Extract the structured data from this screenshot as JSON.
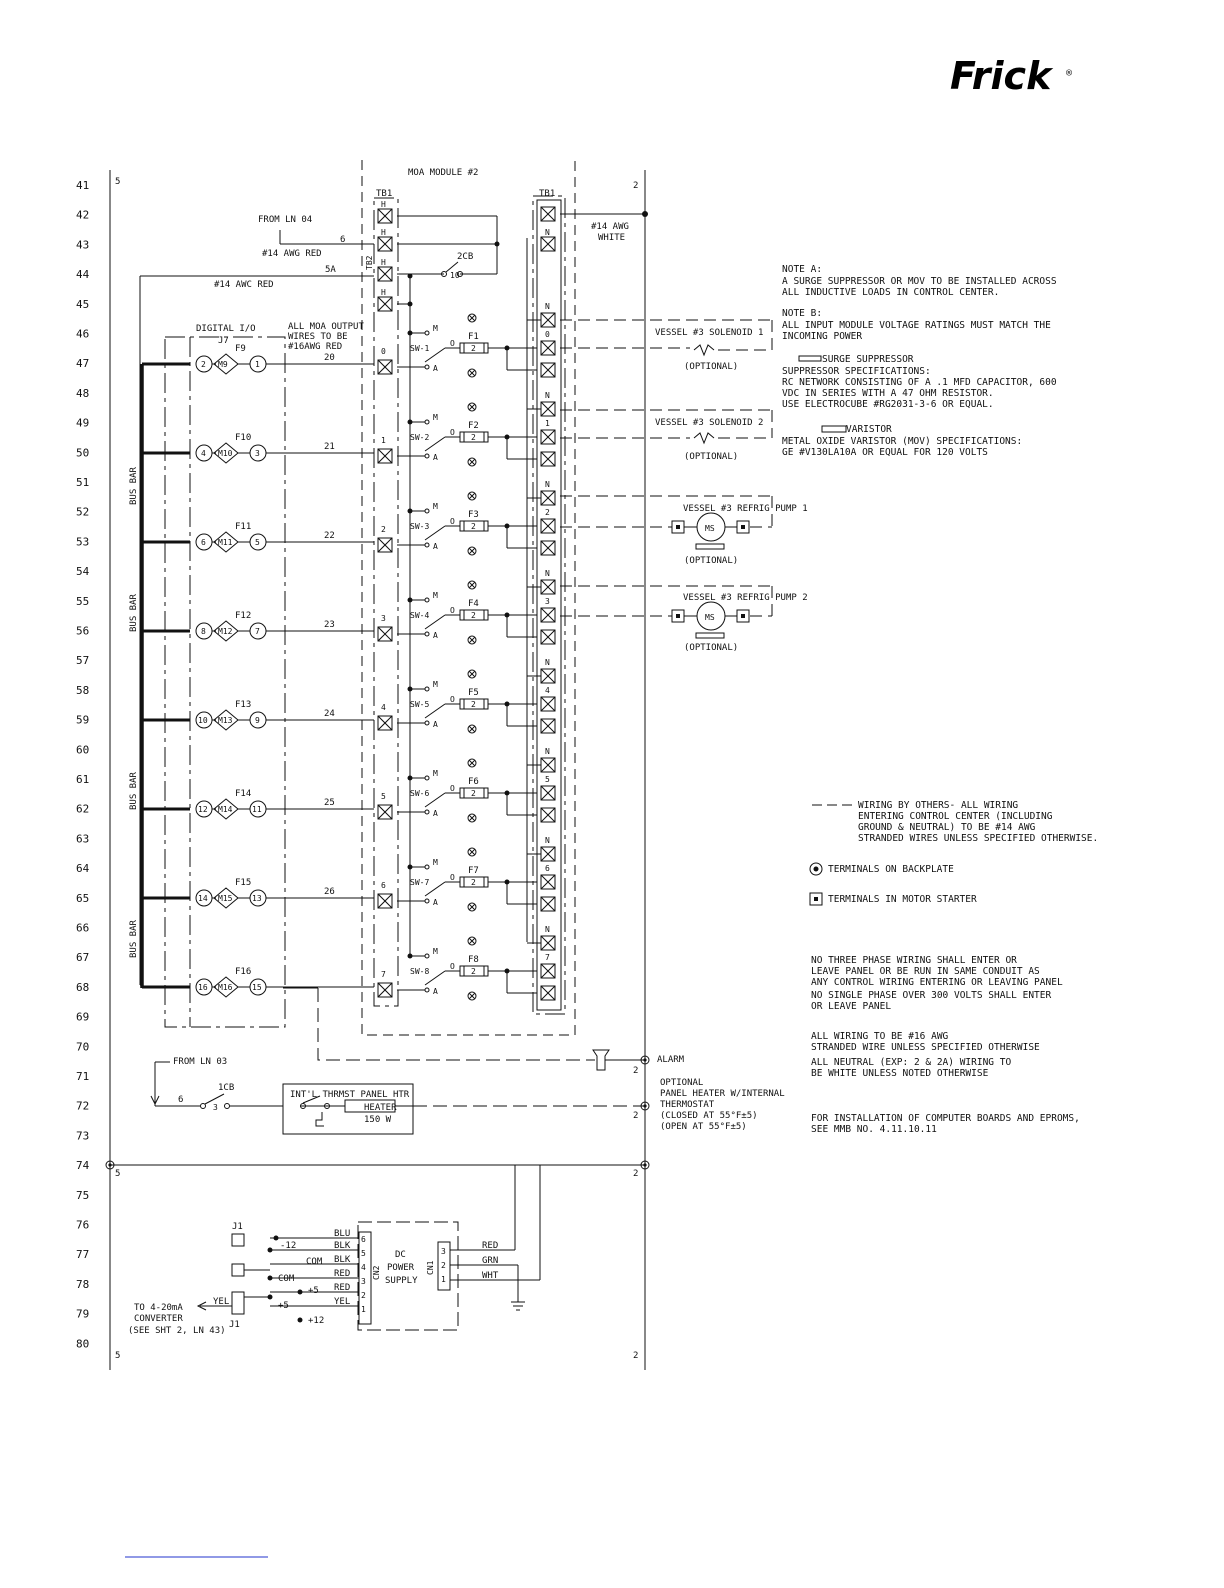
{
  "brand": {
    "logo": "Frick",
    "registered": "®"
  },
  "line_numbers": [
    "41",
    "42",
    "43",
    "44",
    "45",
    "46",
    "47",
    "48",
    "49",
    "50",
    "51",
    "52",
    "53",
    "54",
    "55",
    "56",
    "57",
    "58",
    "59",
    "60",
    "61",
    "62",
    "63",
    "64",
    "65",
    "66",
    "67",
    "68",
    "69",
    "70",
    "71",
    "72",
    "73",
    "74",
    "75",
    "76",
    "77",
    "78",
    "79",
    "80"
  ],
  "rails": {
    "left": "5",
    "right": "2"
  },
  "module": {
    "title": "MOA MODULE #2",
    "tb1": "TB1",
    "tb2": "TB2",
    "h": "H",
    "n": "N"
  },
  "supply": {
    "from_ln04": "FROM LN 04",
    "awc_red_1": "#14 AWG RED",
    "awc_red_2": "#14 AWC RED",
    "awc_white_1": "#14 AWG",
    "awc_white_2": "WHITE",
    "wire6": "6",
    "wire5a": "5A",
    "cb": "2CB",
    "cb_pos": "10"
  },
  "digital_io": {
    "title": "DIGITAL I/O",
    "jack": "J7",
    "note": [
      "ALL MOA OUTPUT",
      "WIRES TO BE",
      "#16AWG RED"
    ]
  },
  "bus_bar": "BUS BAR",
  "channels": [
    {
      "left": "2",
      "module": "M9",
      "fuse_label": "F9",
      "right": "1",
      "wire": "20",
      "slot": "0",
      "switch": "SW-1",
      "f": "F1",
      "tb": "0",
      "n": "N"
    },
    {
      "left": "4",
      "module": "M10",
      "fuse_label": "F10",
      "right": "3",
      "wire": "21",
      "slot": "1",
      "switch": "SW-2",
      "f": "F2",
      "tb": "1",
      "n": "N"
    },
    {
      "left": "6",
      "module": "M11",
      "fuse_label": "F11",
      "right": "5",
      "wire": "22",
      "slot": "2",
      "switch": "SW-3",
      "f": "F3",
      "tb": "2",
      "n": "N"
    },
    {
      "left": "8",
      "module": "M12",
      "fuse_label": "F12",
      "right": "7",
      "wire": "23",
      "slot": "3",
      "switch": "SW-4",
      "f": "F4",
      "tb": "3",
      "n": "N"
    },
    {
      "left": "10",
      "module": "M13",
      "fuse_label": "F13",
      "right": "9",
      "wire": "24",
      "slot": "4",
      "switch": "SW-5",
      "f": "F5",
      "tb": "4",
      "n": "N"
    },
    {
      "left": "12",
      "module": "M14",
      "fuse_label": "F14",
      "right": "11",
      "wire": "25",
      "slot": "5",
      "switch": "SW-6",
      "f": "F6",
      "tb": "5",
      "n": "N"
    },
    {
      "left": "14",
      "module": "M15",
      "fuse_label": "F15",
      "right": "13",
      "wire": "26",
      "slot": "6",
      "switch": "SW-7",
      "f": "F7",
      "tb": "6",
      "n": "N"
    },
    {
      "left": "16",
      "module": "M16",
      "fuse_label": "F16",
      "right": "15",
      "wire": "",
      "slot": "7",
      "switch": "SW-8",
      "f": "F8",
      "tb": "7",
      "n": "N"
    }
  ],
  "switch_pos": {
    "m": "M",
    "o": "O",
    "a": "A",
    "fuse_num": "2"
  },
  "loads": {
    "sol1": "VESSEL #3 SOLENOID 1",
    "sol2": "VESSEL #3 SOLENOID 2",
    "pump1": "VESSEL #3 REFRIG PUMP 1",
    "pump2": "VESSEL #3 REFRIG PUMP 2",
    "optional": "(OPTIONAL)",
    "ms": "MS"
  },
  "alarm": {
    "label": "ALARM"
  },
  "heater": {
    "from_ln03": "FROM LN 03",
    "wire": "6",
    "cb": "1CB",
    "cb_pos": "3",
    "box": "INT'L THRMST PANEL HTR",
    "heater": "HEATER",
    "watts": "150 W",
    "desc": [
      "OPTIONAL",
      "PANEL HEATER W/INTERNAL",
      "THERMOSTAT",
      "(CLOSED AT 55°F±5)",
      "(OPEN AT 55°F±5)"
    ]
  },
  "dc_supply": {
    "title": [
      "DC",
      "POWER",
      "SUPPLY"
    ],
    "cn2": "CN2",
    "cn1": "CN1",
    "j1": "J1",
    "j1b": "J1",
    "in_colors": [
      "BLU",
      "BLK",
      "BLK",
      "RED",
      "RED",
      "YEL"
    ],
    "minus12": "-12",
    "com1": "COM",
    "com2": "COM",
    "plus5a": "+5",
    "plus5b": "+5",
    "plus12": "+12",
    "out_colors": [
      "RED",
      "GRN",
      "WHT"
    ],
    "yel": "YEL",
    "converter": [
      "TO 4-20mA",
      "CONVERTER",
      "(SEE SHT 2, LN 43)"
    ]
  },
  "notes": {
    "note_a_title": "NOTE A:",
    "note_a": [
      "A SURGE SUPPRESSOR OR MOV TO BE INSTALLED ACROSS",
      "ALL INDUCTIVE LOADS IN CONTROL CENTER."
    ],
    "note_b_title": "NOTE B:",
    "note_b": [
      "ALL INPUT MODULE VOLTAGE RATINGS MUST MATCH THE",
      "INCOMING POWER"
    ],
    "surge_title": "SURGE SUPPRESSOR",
    "surge": [
      "SUPPRESSOR SPECIFICATIONS:",
      "RC NETWORK CONSISTING OF A .1 MFD CAPACITOR, 600",
      "VDC IN SERIES WITH A 47 OHM RESISTOR.",
      "USE ELECTROCUBE #RG2031-3-6 OR EQUAL."
    ],
    "varistor_title": "VARISTOR",
    "varistor": [
      "METAL OXIDE VARISTOR (MOV) SPECIFICATIONS:",
      "GE #V130LA10A OR EQUAL FOR 120 VOLTS"
    ],
    "wiring_others": [
      "WIRING BY OTHERS- ALL WIRING",
      "ENTERING CONTROL CENTER (INCLUDING",
      "GROUND & NEUTRAL) TO BE #14 AWG",
      "STRANDED WIRES UNLESS SPECIFIED OTHERWISE."
    ],
    "backplate": "TERMINALS ON BACKPLATE",
    "motor_starter": "TERMINALS IN MOTOR STARTER",
    "three_phase": [
      "NO THREE PHASE WIRING SHALL ENTER OR",
      "LEAVE PANEL OR BE RUN IN SAME CONDUIT AS",
      "ANY CONTROL WIRING ENTERING OR LEAVING PANEL"
    ],
    "single_phase": [
      "NO SINGLE PHASE OVER 300 VOLTS SHALL ENTER",
      "OR LEAVE PANEL"
    ],
    "awg16": [
      "ALL WIRING TO BE #16 AWG",
      "STRANDED WIRE UNLESS SPECIFIED OTHERWISE"
    ],
    "neutral": [
      "ALL NEUTRAL (EXP: 2 & 2A) WIRING TO",
      "BE WHITE UNLESS NOTED OTHERWISE"
    ],
    "install": [
      "FOR INSTALLATION OF COMPUTER BOARDS AND EPROMS,",
      "SEE MMB NO. 4.11.10.11"
    ]
  },
  "colors": {
    "ink": "#111111",
    "link": "#2233cc"
  }
}
